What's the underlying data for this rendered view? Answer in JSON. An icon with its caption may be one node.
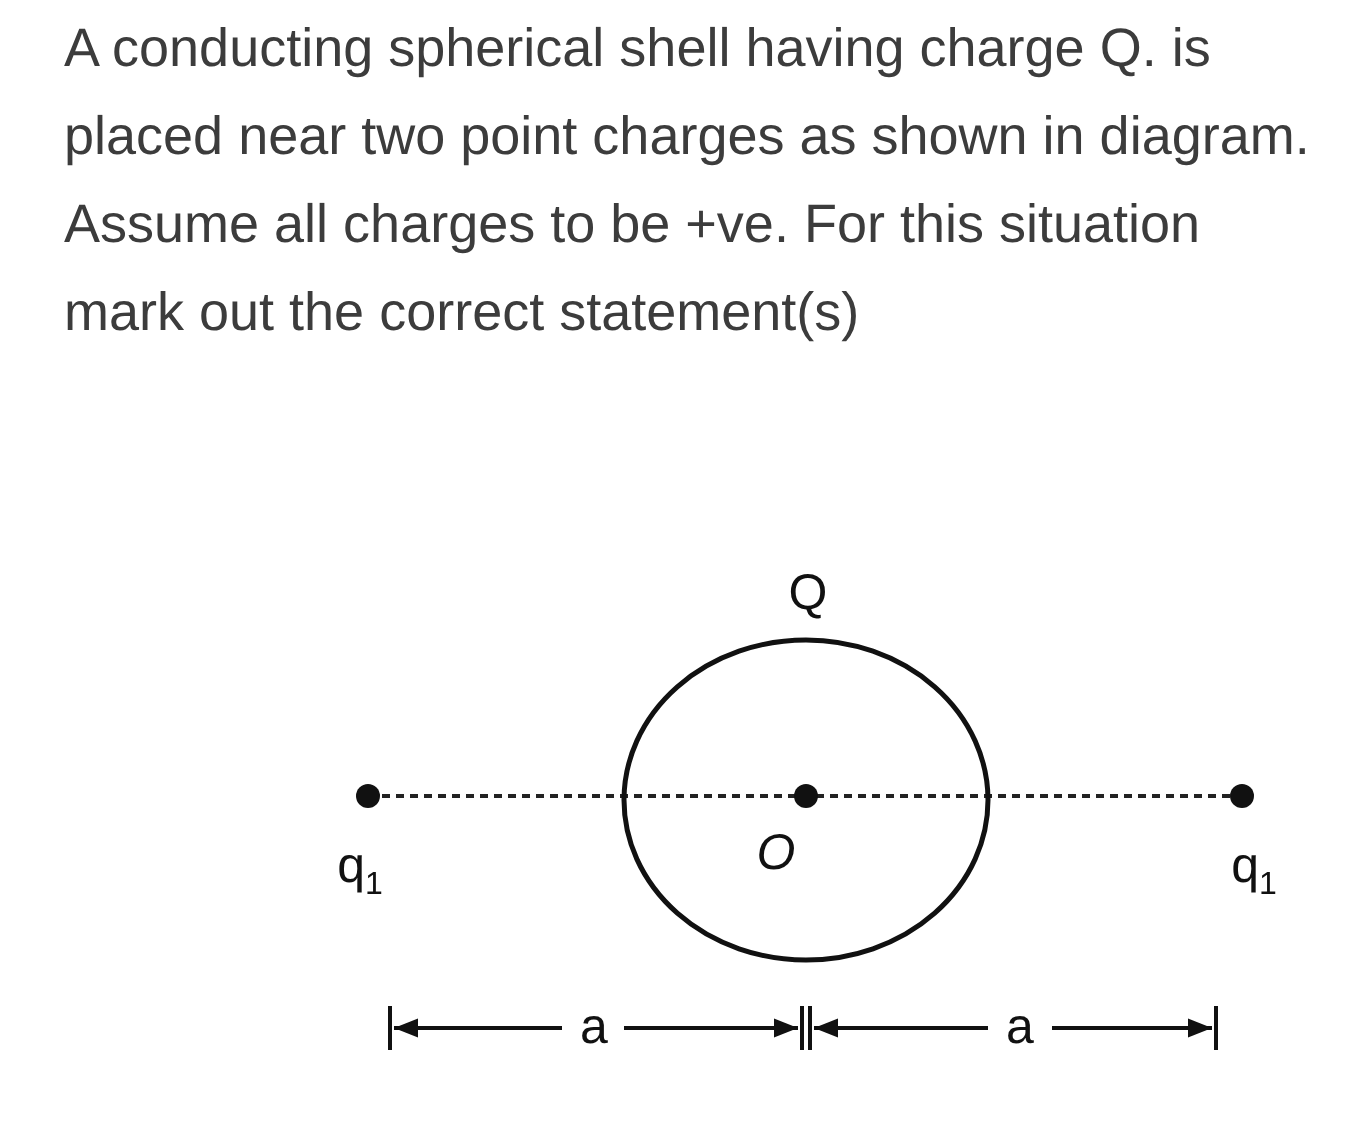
{
  "diagram": {
    "title": "A conducting spherical shell having charge Q. is placed near two point charges as shown in diagram. Assume all charges to be +ve. For this situation mark out the correct statement(s)",
    "labels": [
      "Q",
      "q$_{1}$",
      "O",
      "q$_{1}$",
      "a",
      "a"
    ]
  }
}
